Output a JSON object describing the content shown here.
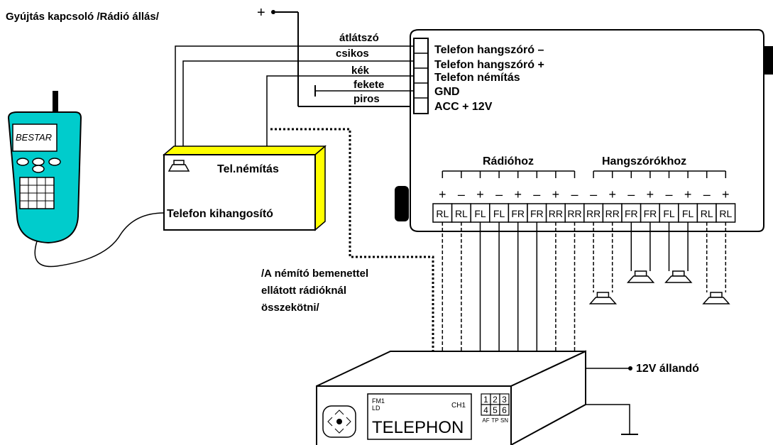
{
  "ignition": {
    "label": "Gyújtás kapcsoló  /Rádió állás/",
    "plus": "+"
  },
  "wires": [
    {
      "color": "átlátszó",
      "terminal": "Telefon hangszóró –"
    },
    {
      "color": "csikos",
      "terminal": "Telefon hangszóró +"
    },
    {
      "color": "kék",
      "terminal": "Telefon némítás"
    },
    {
      "color": "fekete",
      "terminal": "GND"
    },
    {
      "color": "piros",
      "terminal": "ACC + 12V"
    }
  ],
  "phone": {
    "brand": "BESTAR"
  },
  "handsfree": {
    "mute_label": "Tel.némítás",
    "title": "Telefon kihangosító"
  },
  "amp": {
    "radio_group": "Rádióhoz",
    "speaker_group": "Hangszórókhoz",
    "polarities": [
      "+",
      "–",
      "+",
      "–",
      "+",
      "–",
      "+",
      "–",
      "–",
      "+",
      "–",
      "+",
      "–",
      "+",
      "–",
      "+"
    ],
    "terminals": [
      "RL",
      "RL",
      "FL",
      "FL",
      "FR",
      "FR",
      "RR",
      "RR",
      "RR",
      "RR",
      "FR",
      "FR",
      "FL",
      "FL",
      "RL",
      "RL"
    ]
  },
  "note": {
    "lines": [
      "/A némító bemenettel",
      "ellátott rádióknál",
      "összekötni/"
    ]
  },
  "radio": {
    "constant_power": "12V állandó",
    "display_small_1": "FM1",
    "display_small_2": "LD",
    "display_channel": "CH1",
    "display_main": "TELEPHON",
    "keys": [
      "1",
      "2",
      "3",
      "4",
      "5",
      "6"
    ],
    "key_labels": [
      "AF",
      "TP",
      "SN"
    ]
  },
  "colors": {
    "line": "#000000",
    "box_shadow": "#ffff00",
    "phone_body": "#00cccc",
    "phone_screen": "#ffffff"
  }
}
